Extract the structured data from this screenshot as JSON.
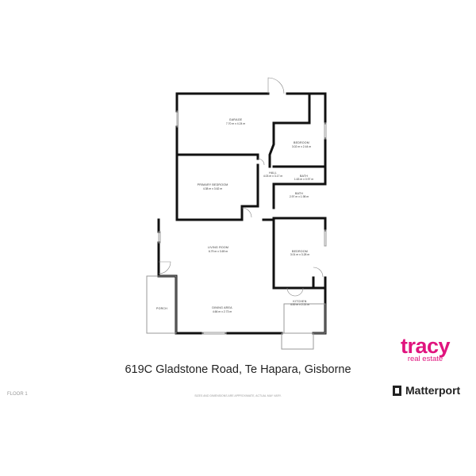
{
  "floorplan": {
    "rooms": [
      {
        "name": "GARAGE",
        "dims": "7.70 m x 4.24 m"
      },
      {
        "name": "BEDROOM",
        "dims": "3.02 m x 2.44 m"
      },
      {
        "name": "PRIMARY BEDROOM",
        "dims": "4.38 m x 3.62 m"
      },
      {
        "name": "HALL",
        "dims": "4.03 m x 3.17 m"
      },
      {
        "name": "BATH",
        "dims": "1.63 m x 0.97 m"
      },
      {
        "name": "BATH",
        "dims": "2.97 m x 1.98 m"
      },
      {
        "name": "LIVING ROOM",
        "dims": "6.79 m x 3.69 m"
      },
      {
        "name": "BEDROOM",
        "dims": "3.01 m x 3.28 m"
      },
      {
        "name": "PORCH",
        "dims": ""
      },
      {
        "name": "DINING AREA",
        "dims": "4.66 m x 2.73 m"
      },
      {
        "name": "KITCHEN",
        "dims": "4.00 m x 2.21 m"
      }
    ]
  },
  "address": "619C Gladstone Road, Te Hapara, Gisborne",
  "floor_label": "FLOOR 1",
  "disclaimer": "SIZES AND DIMENSIONS ARE APPROXIMATE, ACTUAL MAY VARY.",
  "brand": {
    "name": "tracy",
    "sub": "real estate",
    "color": "#e0147e"
  },
  "matterport": {
    "label": "Matterport",
    "icon": "matterport-logo-icon"
  }
}
